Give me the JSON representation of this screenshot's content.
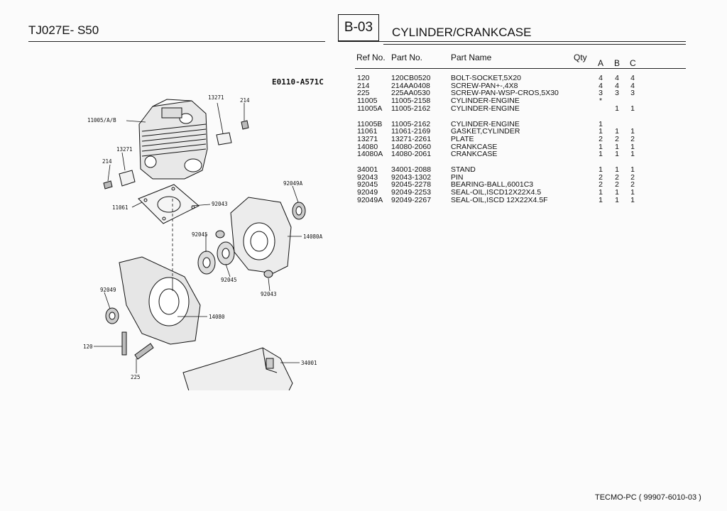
{
  "header": {
    "model": "TJ027E- S50",
    "section_code": "B-03",
    "section_title": "CYLINDER/CRANKCASE"
  },
  "table": {
    "columns": {
      "ref": "Ref No.",
      "part": "Part No.",
      "name": "Part Name",
      "qty": "Qty",
      "a": "A",
      "b": "B",
      "c": "C"
    },
    "rows": [
      {
        "ref": "120",
        "part": "120CB0520",
        "name": "BOLT-SOCKET,5X20",
        "a": "4",
        "b": "4",
        "c": "4"
      },
      {
        "ref": "214",
        "part": "214AA0408",
        "name": "SCREW-PAN+-,4X8",
        "a": "4",
        "b": "4",
        "c": "4"
      },
      {
        "ref": "225",
        "part": "225AA0530",
        "name": "SCREW-PAN-WSP-CROS,5X30",
        "a": "3",
        "b": "3",
        "c": "3"
      },
      {
        "ref": "11005",
        "part": "11005-2158",
        "name": "CYLINDER-ENGINE",
        "a": "*",
        "b": "",
        "c": ""
      },
      {
        "ref": "11005A",
        "part": "11005-2162",
        "name": "CYLINDER-ENGINE",
        "a": "",
        "b": "1",
        "c": "1"
      },
      {
        "ref": "11005B",
        "part": "11005-2162",
        "name": "CYLINDER-ENGINE",
        "a": "1",
        "b": "",
        "c": ""
      },
      {
        "ref": "11061",
        "part": "11061-2169",
        "name": "GASKET,CYLINDER",
        "a": "1",
        "b": "1",
        "c": "1"
      },
      {
        "ref": "13271",
        "part": "13271-2261",
        "name": "PLATE",
        "a": "2",
        "b": "2",
        "c": "2"
      },
      {
        "ref": "14080",
        "part": "14080-2060",
        "name": "CRANKCASE",
        "a": "1",
        "b": "1",
        "c": "1"
      },
      {
        "ref": "14080A",
        "part": "14080-2061",
        "name": "CRANKCASE",
        "a": "1",
        "b": "1",
        "c": "1"
      },
      {
        "ref": "34001",
        "part": "34001-2088",
        "name": "STAND",
        "a": "1",
        "b": "1",
        "c": "1"
      },
      {
        "ref": "92043",
        "part": "92043-1302",
        "name": "PIN",
        "a": "2",
        "b": "2",
        "c": "2"
      },
      {
        "ref": "92045",
        "part": "92045-2278",
        "name": "BEARING-BALL,6001C3",
        "a": "2",
        "b": "2",
        "c": "2"
      },
      {
        "ref": "92049",
        "part": "92049-2253",
        "name": "SEAL-OIL,ISCD12X22X4.5",
        "a": "1",
        "b": "1",
        "c": "1"
      },
      {
        "ref": "92049A",
        "part": "92049-2267",
        "name": "SEAL-OIL,ISCD 12X22X4.5F",
        "a": "1",
        "b": "1",
        "c": "1"
      }
    ]
  },
  "diagram": {
    "code": "E0110-A571C",
    "callouts": {
      "c11005ab": "11005/A/B",
      "c13271a": "13271",
      "c214a": "214",
      "c13271b": "13271",
      "c214b": "214",
      "c11061": "11061",
      "c92043a": "92043",
      "c92049a": "92049A",
      "c14080a": "14080A",
      "c92045a": "92045",
      "c92045b": "92045",
      "c92043b": "92043",
      "c92049": "92049",
      "c14080": "14080",
      "c120": "120",
      "c34001": "34001",
      "c225": "225"
    }
  },
  "footer": {
    "brand": "TECMO-PC",
    "doc_code": "( 99907-6010-03 )"
  }
}
